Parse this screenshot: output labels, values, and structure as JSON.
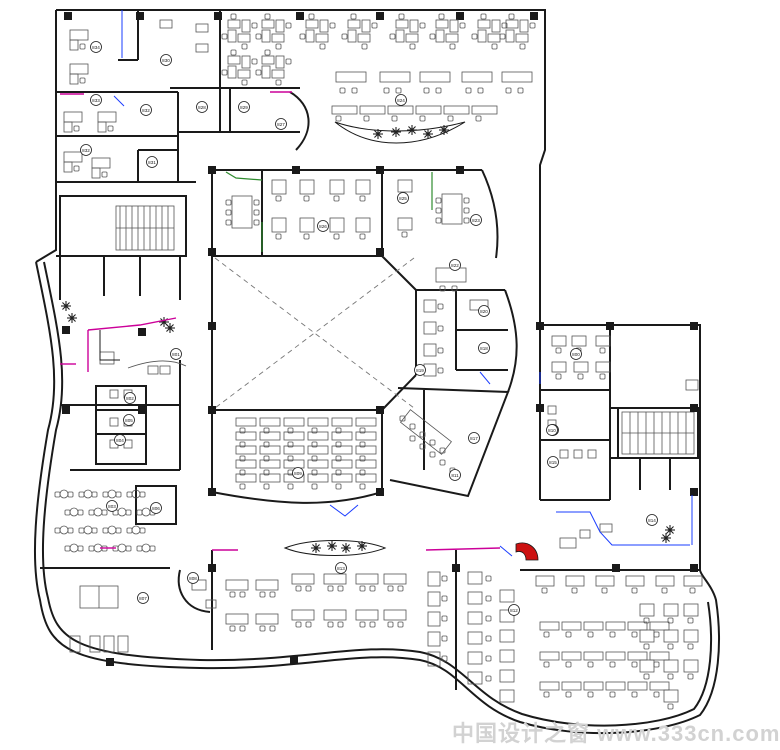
{
  "rooms": [
    {
      "id": "834",
      "label": "834"
    },
    {
      "id": "833",
      "label": "833"
    },
    {
      "id": "832a",
      "label": "832"
    },
    {
      "id": "832b",
      "label": "832"
    },
    {
      "id": "831",
      "label": "831"
    },
    {
      "id": "830",
      "label": "830"
    },
    {
      "id": "829",
      "label": "829"
    },
    {
      "id": "828",
      "label": "828"
    },
    {
      "id": "827",
      "label": "827"
    },
    {
      "id": "826",
      "label": "826"
    },
    {
      "id": "825",
      "label": "825"
    },
    {
      "id": "824",
      "label": "824"
    },
    {
      "id": "823",
      "label": "823"
    },
    {
      "id": "822",
      "label": "822"
    },
    {
      "id": "820",
      "label": "820"
    },
    {
      "id": "819",
      "label": "819"
    },
    {
      "id": "818",
      "label": "818"
    },
    {
      "id": "817",
      "label": "817"
    },
    {
      "id": "816",
      "label": "816"
    },
    {
      "id": "815",
      "label": "815"
    },
    {
      "id": "814",
      "label": "814"
    },
    {
      "id": "813",
      "label": "813"
    },
    {
      "id": "812",
      "label": "812"
    },
    {
      "id": "811",
      "label": "811"
    },
    {
      "id": "810",
      "label": "810"
    },
    {
      "id": "809",
      "label": "809"
    },
    {
      "id": "808",
      "label": "808"
    },
    {
      "id": "807",
      "label": "807"
    },
    {
      "id": "806",
      "label": "806"
    },
    {
      "id": "805",
      "label": "805"
    },
    {
      "id": "804",
      "label": "804"
    },
    {
      "id": "803",
      "label": "803"
    },
    {
      "id": "802",
      "label": "802"
    },
    {
      "id": "801",
      "label": "801"
    },
    {
      "id": "800",
      "label": "800"
    }
  ],
  "watermark": "中国设计之窗 www.333cn.com",
  "colors": {
    "wall": "#1a1a1a",
    "furniture": "#555555",
    "glass_partition": "#cc0099",
    "door_line": "#1a3cff",
    "plant_screen": "#2e8b2e",
    "accent_fill": "#cc1111",
    "watermark": "#d2d2d2"
  }
}
